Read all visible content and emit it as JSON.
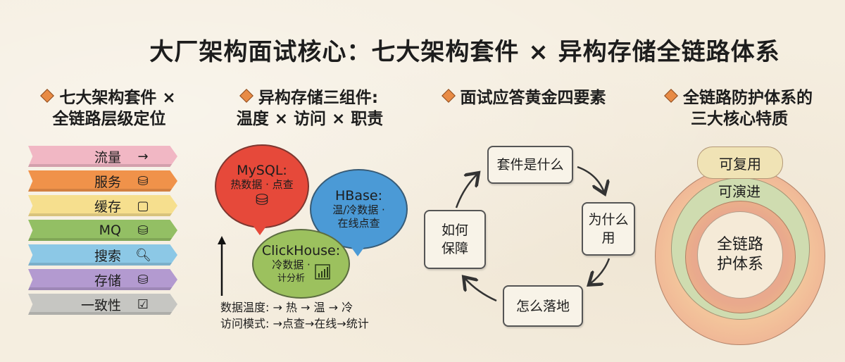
{
  "title": "大厂架构面试核心：七大架构套件 × 异构存储全链路体系",
  "colors": {
    "background": "#f5eee0",
    "accent_diamond": "#e88b45"
  },
  "sections": {
    "layers": {
      "heading_line1": "七大架构套件 ×",
      "heading_line2": "全链路层级定位",
      "items": [
        {
          "label": "流量",
          "icon": "arrow-right-icon",
          "glyph": "→",
          "color": "#f1b7c4"
        },
        {
          "label": "服务",
          "icon": "database-icon",
          "glyph": "⛁",
          "color": "#f0924a"
        },
        {
          "label": "缓存",
          "icon": "cube-icon",
          "glyph": "▢",
          "color": "#f6df8e"
        },
        {
          "label": "MQ",
          "icon": "queue-icon",
          "glyph": "⛁",
          "color": "#93bf64"
        },
        {
          "label": "搜索",
          "icon": "magnifier-icon",
          "glyph": "🔍︎",
          "color": "#8cc8e6"
        },
        {
          "label": "存储",
          "icon": "database-icon",
          "glyph": "⛁",
          "color": "#b39ad0"
        },
        {
          "label": "一致性",
          "icon": "checkbox-icon",
          "glyph": "☑",
          "color": "#c6c6c2"
        }
      ]
    },
    "storage": {
      "heading_line1": "异构存储三组件:",
      "heading_line2": "温度 × 访问 × 职责",
      "bubbles": [
        {
          "name": "MySQL:",
          "desc": "热数据 · 点查",
          "icon": "database-icon",
          "glyph": "⛁",
          "color": "#e6493a"
        },
        {
          "name": "HBase:",
          "desc_line1": "温/冷数据 ·",
          "desc_line2": "在线点查",
          "color": "#4b9ad6"
        },
        {
          "name": "ClickHouse:",
          "desc_line1": "冷数据 ·",
          "desc_line2": "计分析",
          "icon": "bar-chart-icon",
          "glyph": "📊︎",
          "color": "#9cc15e"
        }
      ],
      "legend": {
        "temperature": "数据温度: → 热 → 温 → 冷",
        "access": "访问模式: →点查→在线→统计"
      }
    },
    "interview": {
      "heading": "面试应答黄金四要素",
      "steps": [
        {
          "label": "套件是什么"
        },
        {
          "label_line1": "为什么",
          "label_line2": "用"
        },
        {
          "label": "怎么落地"
        },
        {
          "label_line1": "如何",
          "label_line2": "保障"
        }
      ]
    },
    "protection": {
      "heading_line1": "全链路防护体系的",
      "heading_line2": "三大核心特质",
      "rings": [
        {
          "label": "可复用",
          "color": "#f0e3b5"
        },
        {
          "label": "可演进",
          "color": "#cfdcb0"
        }
      ],
      "core_line1": "全链路",
      "core_line2": "护体系",
      "outer_color": "#eca58f",
      "inner_ring_color": "#e9a98d"
    }
  }
}
